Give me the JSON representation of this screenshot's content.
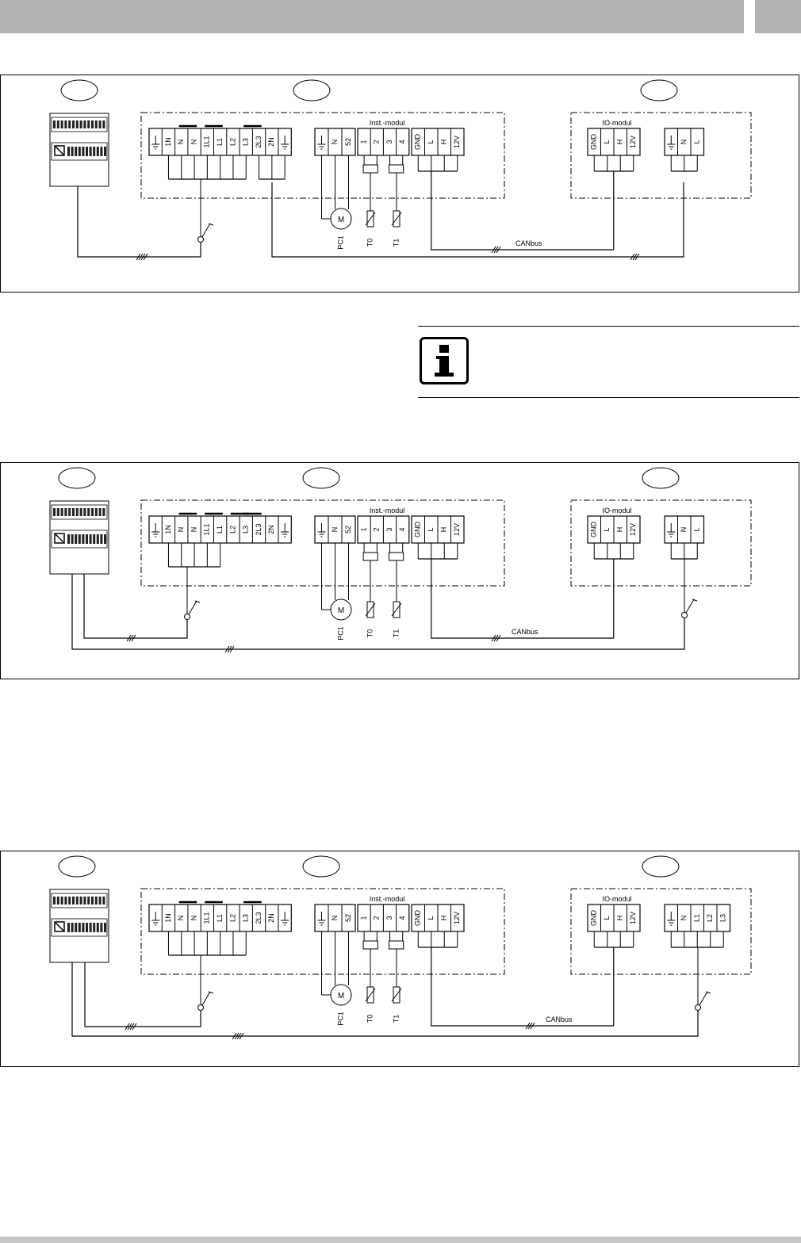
{
  "diagrams": [
    {
      "top": [
        "⏚",
        "1N",
        "N",
        "N",
        "1L1",
        "L1",
        "L2",
        "L3",
        "2L3",
        "2N",
        "⏚"
      ],
      "pump": [
        "⏚",
        "N",
        "52"
      ],
      "sensors": [
        "1",
        "2",
        "3",
        "4"
      ],
      "bus": [
        "GND",
        "L",
        "H",
        "12V"
      ],
      "io_bus": [
        "GND",
        "L",
        "H",
        "12V"
      ],
      "io_power": [
        "⏚",
        "N",
        "L"
      ],
      "inst_label": "Inst.-modul",
      "io_label": "IO-modul",
      "pump_label": "M",
      "pc1": "PC1",
      "t0": "T0",
      "t1": "T1",
      "canbus": "CANbus"
    },
    {
      "top": [
        "⏚",
        "1N",
        "N",
        "N",
        "1L1",
        "L1",
        "L2",
        "L3",
        "2L3",
        "2N",
        "⏚"
      ],
      "pump": [
        "⏚",
        "N",
        "52"
      ],
      "sensors": [
        "1",
        "2",
        "3",
        "4"
      ],
      "bus": [
        "GND",
        "L",
        "H",
        "12V"
      ],
      "io_bus": [
        "GND",
        "L",
        "H",
        "12V"
      ],
      "io_power": [
        "⏚",
        "N",
        "L"
      ],
      "inst_label": "Inst.-modul",
      "io_label": "IO-modul",
      "pump_label": "M",
      "pc1": "PC1",
      "t0": "T0",
      "t1": "T1",
      "canbus": "CANbus"
    },
    {
      "top": [
        "⏚",
        "1N",
        "N",
        "N",
        "1L1",
        "L1",
        "L2",
        "L3",
        "2L3",
        "2N",
        "⏚"
      ],
      "pump": [
        "⏚",
        "N",
        "52"
      ],
      "sensors": [
        "1",
        "2",
        "3",
        "4"
      ],
      "bus": [
        "GND",
        "L",
        "H",
        "12V"
      ],
      "io_bus": [
        "GND",
        "L",
        "H",
        "12V"
      ],
      "io_power": [
        "⏚",
        "N",
        "L1",
        "L2",
        "L3"
      ],
      "inst_label": "Inst.-modul",
      "io_label": "IO-modul",
      "pump_label": "M",
      "pc1": "PC1",
      "t0": "T0",
      "t1": "T1",
      "canbus": "CANbus"
    }
  ]
}
